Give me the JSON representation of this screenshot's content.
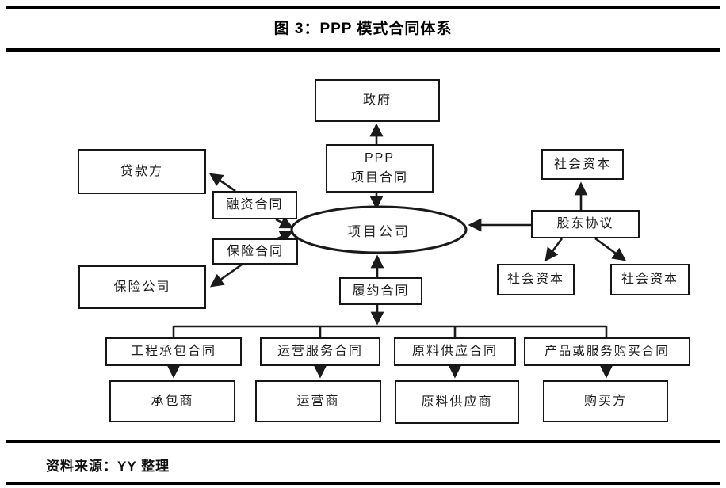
{
  "header": {
    "title": "图 3：PPP 模式合同体系"
  },
  "footer": {
    "source": "资料来源：YY 整理"
  },
  "diagram": {
    "line_color": "#1a1a1a",
    "nodes": {
      "government": "政府",
      "ppp_contract_line1": "PPP",
      "ppp_contract_line2": "项目合同",
      "project_company": "项目公司",
      "lender": "贷款方",
      "financing_contract": "融资合同",
      "insurance_contract": "保险合同",
      "insurance_company": "保险公司",
      "social_capital_top": "社会资本",
      "shareholder_agreement": "股东协议",
      "social_capital_left": "社会资本",
      "social_capital_right": "社会资本",
      "performance_contract": "履约合同",
      "epc_contract": "工程承包合同",
      "om_contract": "运营服务合同",
      "supply_contract": "原料供应合同",
      "purchase_contract": "产品或服务购买合同",
      "contractor": "承包商",
      "operator": "运营商",
      "supplier": "原料供应商",
      "buyer": "购买方"
    }
  }
}
